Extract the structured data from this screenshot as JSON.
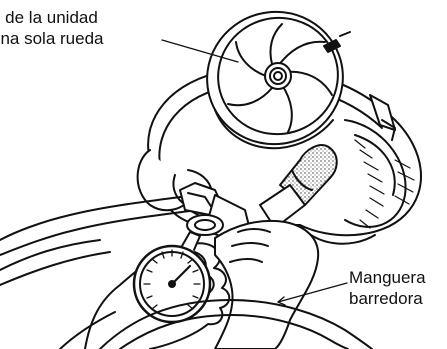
{
  "labels": {
    "top": {
      "line1": "o de la unidad",
      "line2": "una sola rueda"
    },
    "right": {
      "line1": "Manguera",
      "line2": "barredora"
    }
  },
  "colors": {
    "ink": "#111111",
    "paper": "#ffffff",
    "shade": "#d9d9d9",
    "foam": "#9a9a9a"
  },
  "icons": {
    "gauge": "pressure-gauge-icon",
    "wheel": "wheel-icon"
  }
}
